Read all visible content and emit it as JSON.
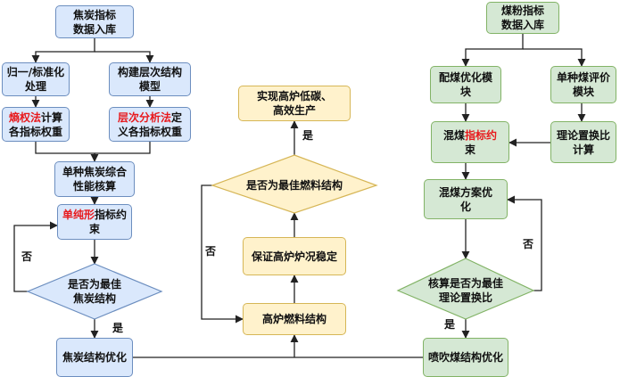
{
  "nodes": {
    "coke_data_input": "焦炭指标\n数据入库",
    "normalize": "归一/标准化\n处理",
    "build_hierarchy": "构建层次结构\n模型",
    "entropy_weight": {
      "red": "熵权法",
      "text": "计算\n各指标权重"
    },
    "ahp_weight": {
      "red": "层次分析法",
      "text": "定\n义各指标权重"
    },
    "coke_performance": "单种焦炭综合\n性能核算",
    "simplex_constraint": {
      "red": "单纯形",
      "text": "指标约\n束"
    },
    "coke_decision": "是否为最佳\n焦炭结构",
    "coke_optimize": "焦炭结构优化",
    "goal": "实现高炉低碳、\n高效生产",
    "fuel_decision": "是否为最佳燃料结构",
    "stable_furnace": "保证高炉炉况稳定",
    "bf_fuel_structure": "高炉燃料结构",
    "coal_data_input": "煤粉指标\n数据入库",
    "blend_module": "配煤优化模\n块",
    "single_coal_eval": "单种煤评价\n模块",
    "blend_constraint": {
      "pre": "混煤",
      "red": "指标约",
      "post": "\n束"
    },
    "replacement_calc": "理论置换比\n计算",
    "blend_plan": "混煤方案优\n化",
    "ratio_decision": "核算是否为最佳\n理论置换比",
    "pci_optimize": "喷吹煤结构优化"
  },
  "labels": {
    "coke_no": "否",
    "coke_yes": "是",
    "fuel_no": "否",
    "fuel_yes": "是",
    "ratio_no": "否",
    "ratio_yes": "是"
  },
  "colors": {
    "coke_branch": "#dae8fc",
    "furnace_branch": "#fff2cc",
    "coal_branch": "#d5e8d4",
    "highlight": "#e8191c"
  }
}
